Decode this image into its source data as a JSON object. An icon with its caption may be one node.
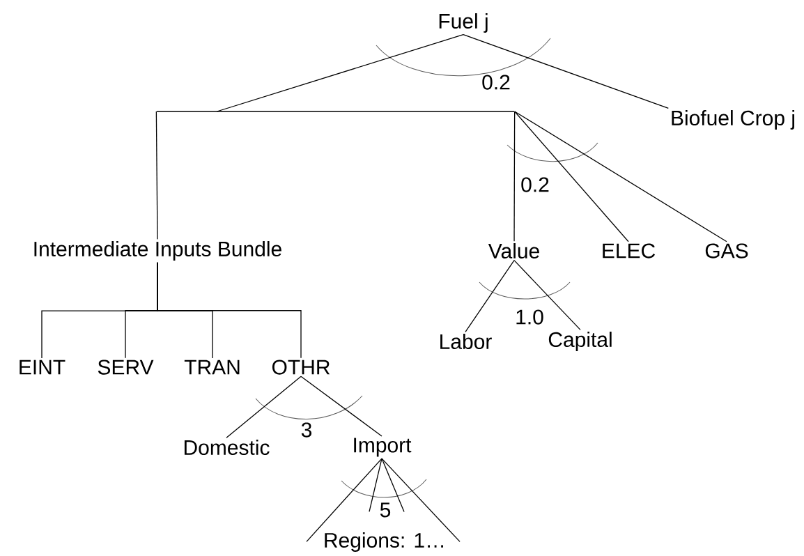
{
  "diagram": {
    "nodes": [
      {
        "text": [
          "Fuel j"
        ]
      },
      {
        "text": [
          "Biofuel Crop j"
        ]
      },
      {
        "text": [],
        "shape": "bar"
      },
      {
        "text": [
          "Intermediate Inputs Bundle"
        ]
      },
      {
        "text": [
          "Value"
        ]
      },
      {
        "text": [
          "ELEC"
        ]
      },
      {
        "text": [
          "GAS"
        ]
      },
      {
        "text": [
          "Labor"
        ]
      },
      {
        "text": [
          "Capital"
        ]
      },
      {
        "text": [
          "EINT"
        ]
      },
      {
        "text": [
          "SERV"
        ]
      },
      {
        "text": [
          "TRAN"
        ]
      },
      {
        "text": [
          "OTHR"
        ]
      },
      {
        "text": [
          "Domestic"
        ]
      },
      {
        "text": [
          "Import"
        ]
      },
      {
        "text": [
          "Regions: 1…"
        ]
      }
    ],
    "edges": [
      {
        "from": 0,
        "to": 2,
        "arrow": "none"
      },
      {
        "from": 0,
        "to": 1,
        "arrow": "none"
      },
      {
        "from": 2,
        "to": 3,
        "arrow": "none"
      },
      {
        "from": 2,
        "to": 4,
        "arrow": "none"
      },
      {
        "from": 2,
        "to": 5,
        "arrow": "none"
      },
      {
        "from": 2,
        "to": 6,
        "arrow": "none"
      },
      {
        "from": 3,
        "to": 9,
        "arrow": "none"
      },
      {
        "from": 3,
        "to": 10,
        "arrow": "none"
      },
      {
        "from": 3,
        "to": 11,
        "arrow": "none"
      },
      {
        "from": 3,
        "to": 12,
        "arrow": "none"
      },
      {
        "from": 4,
        "to": 7,
        "arrow": "none"
      },
      {
        "from": 4,
        "to": 8,
        "arrow": "none"
      },
      {
        "from": 12,
        "to": 13,
        "arrow": "none"
      },
      {
        "from": 12,
        "to": 14,
        "arrow": "none"
      },
      {
        "from": 14,
        "to": 15,
        "arrow": "none"
      },
      {
        "from": 14,
        "to": 15,
        "arrow": "none"
      },
      {
        "from": 14,
        "to": 15,
        "arrow": "none"
      },
      {
        "from": 14,
        "to": 15,
        "arrow": "none"
      }
    ],
    "labels": [
      "0.2",
      "0.2",
      "1.0",
      "3",
      "5"
    ]
  }
}
